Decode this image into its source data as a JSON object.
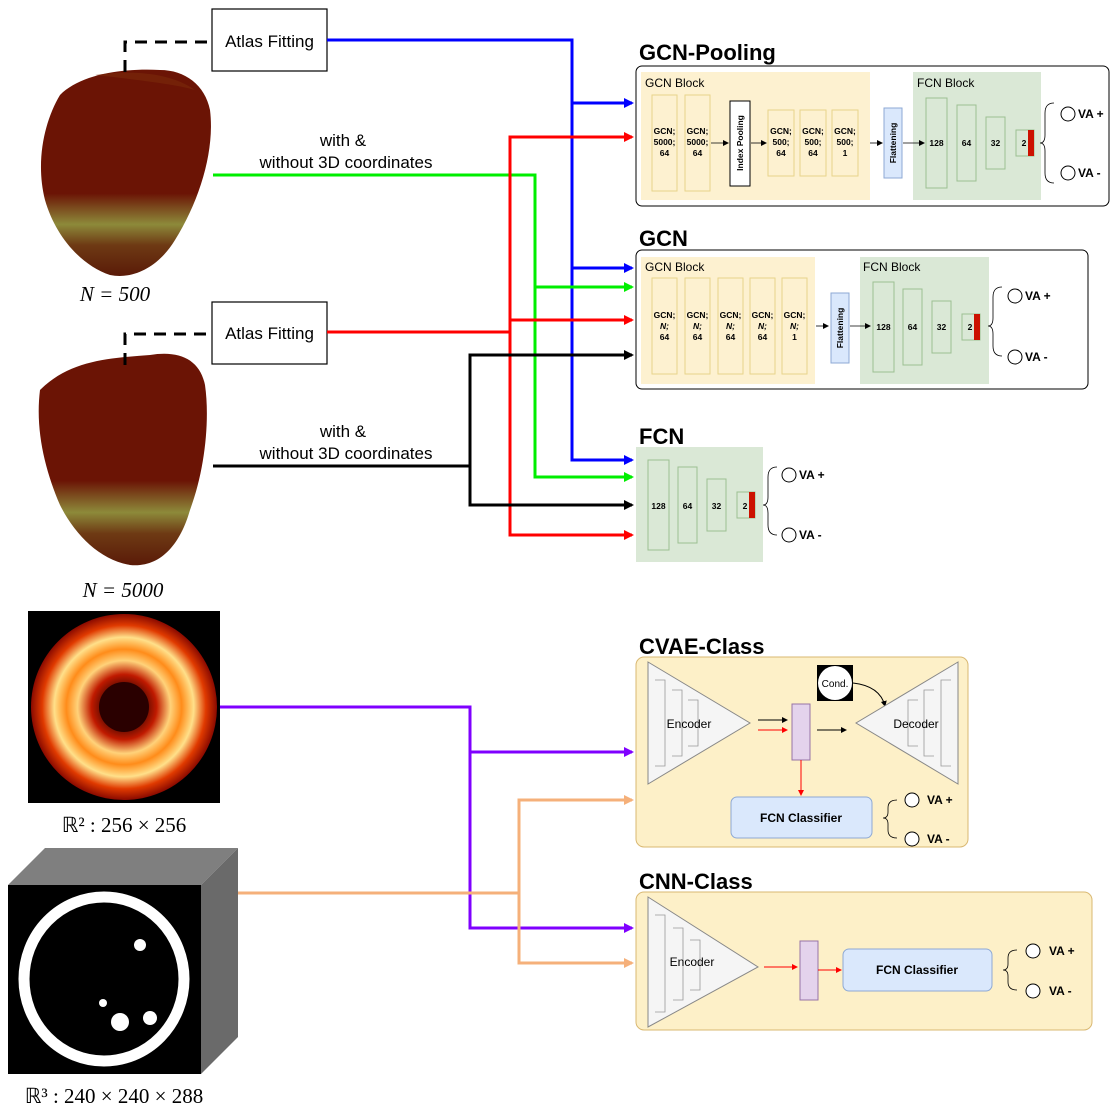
{
  "inputs": {
    "atlas_fitting": "Atlas Fitting",
    "with_line1": "with &",
    "with_line2": "without 3D coordinates",
    "mesh_n1": "N = 500",
    "mesh_n2": "N = 5000",
    "img2d_label": "ℝ² : 256 × 256",
    "img3d_label": "ℝ³ : 240 × 240 × 288"
  },
  "models": {
    "gcn_pooling": {
      "title": "GCN-Pooling",
      "gcn_block": "GCN Block",
      "fcn_block": "FCN Block",
      "layers": [
        "GCN;",
        "5000;",
        "64",
        "GCN;",
        "5000;",
        "64",
        "GCN;",
        "500;",
        "64",
        "GCN;",
        "500;",
        "64",
        "GCN;",
        "500;",
        "1"
      ],
      "index_pooling": "Index Pooling",
      "flattening": "Flattening",
      "fcn": [
        "128",
        "64",
        "32",
        "2"
      ]
    },
    "gcn": {
      "title": "GCN",
      "gcn_block": "GCN Block",
      "fcn_block": "FCN Block",
      "layer_label": "GCN;",
      "layer_n": "N;",
      "layer_dims": [
        "64",
        "64",
        "64",
        "64",
        "1"
      ],
      "flattening": "Flattening",
      "fcn": [
        "128",
        "64",
        "32",
        "2"
      ]
    },
    "fcn": {
      "title": "FCN",
      "fcn": [
        "128",
        "64",
        "32",
        "2"
      ]
    },
    "cvae_class": {
      "title": "CVAE-Class",
      "encoder": "Encoder",
      "decoder": "Decoder",
      "cond": "Cond.",
      "classifier": "FCN Classifier"
    },
    "cnn_class": {
      "title": "CNN-Class",
      "encoder": "Encoder",
      "classifier": "FCN Classifier"
    }
  },
  "outputs": {
    "pos": "VA +",
    "neg": "VA -"
  },
  "colors": {
    "blue": "#0000ff",
    "red": "#ff0000",
    "green": "#00ee00",
    "black": "#000000",
    "purple": "#7f00ff",
    "orange": "#f5b07a",
    "gcn_block_bg": "#fdf1d0",
    "fcn_block_bg": "#dae8d6",
    "panel_bg": "#fdf0c8",
    "classifier_bg": "#dae8fc"
  }
}
